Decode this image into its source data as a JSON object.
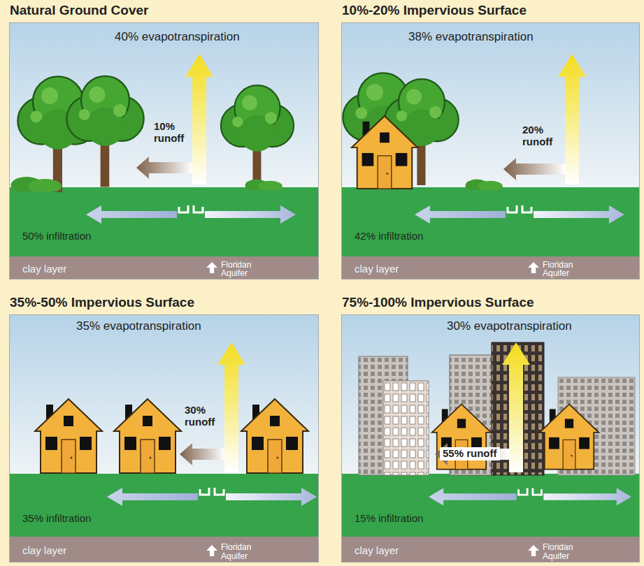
{
  "diagram": {
    "nodes": [
      {
        "text": [
          "Natural Ground Cover"
        ]
      },
      {
        "text": [
          "10%-20% Impervious Surface"
        ]
      },
      {
        "text": [
          "35%-50% Impervious Surface"
        ]
      },
      {
        "text": [
          "75%-100% Impervious Surface"
        ]
      }
    ],
    "labels": [
      "40% evapotranspiration",
      "10% runoff",
      "50% infiltration",
      "clay layer",
      "Floridan Aquifer",
      "38% evapotranspiration",
      "20% runoff",
      "42% infiltration",
      "clay layer",
      "Floridan Aquifer",
      "35% evapotranspiration",
      "30% runoff",
      "35% infiltration",
      "clay layer",
      "Floridan Aquifer",
      "30% evapotranspiration",
      "55% runoff",
      "15% infiltration",
      "clay layer",
      "Floridan Aquifer"
    ]
  }
}
